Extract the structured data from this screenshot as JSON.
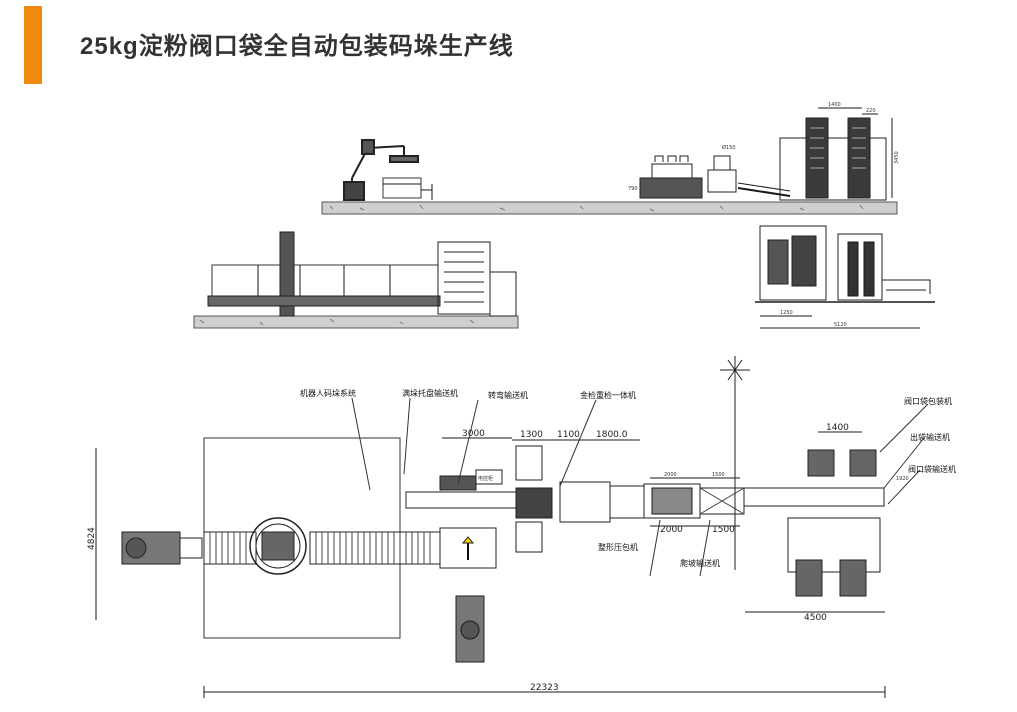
{
  "header": {
    "title": "25kg淀粉阀口袋全自动包装码垛生产线",
    "accent_color": "#f08a0e"
  },
  "elevation_top": {
    "dim_width_top": "1400",
    "dim_width_small": "220",
    "dim_diameter": "Ø150",
    "dim_height": "3450",
    "dim_side": "790"
  },
  "side_view": {
    "dim_1250": "1250",
    "dim_5120": "5120"
  },
  "plan": {
    "labels": {
      "robot_stacker": "机器人码垛系统",
      "pallet_conveyor": "满垛托盘输送机",
      "bag_conveyor_turn": "转弯输送机",
      "metal_detect": "金检重检一体机",
      "valve_packer": "阀口袋包装机",
      "outlet_conveyor": "出袋输送机",
      "valve_bag_conveyor": "阀口袋输送机",
      "shaping_press": "整形压包机",
      "steep_conveyor": "爬坡输送机"
    },
    "dims": {
      "d_3000": "3000",
      "d_1300": "1300",
      "d_1100": "1100",
      "d_1800": "1800.0",
      "d_2000_top": "2000",
      "d_1500_top": "1500",
      "d_2000_bot": "2000",
      "d_1500_bot": "1500",
      "d_1400": "1400",
      "d_4500": "4500",
      "d_22323": "22323",
      "d_4824": "4824",
      "d_1920": "1920"
    },
    "control_box": "电控柜"
  }
}
